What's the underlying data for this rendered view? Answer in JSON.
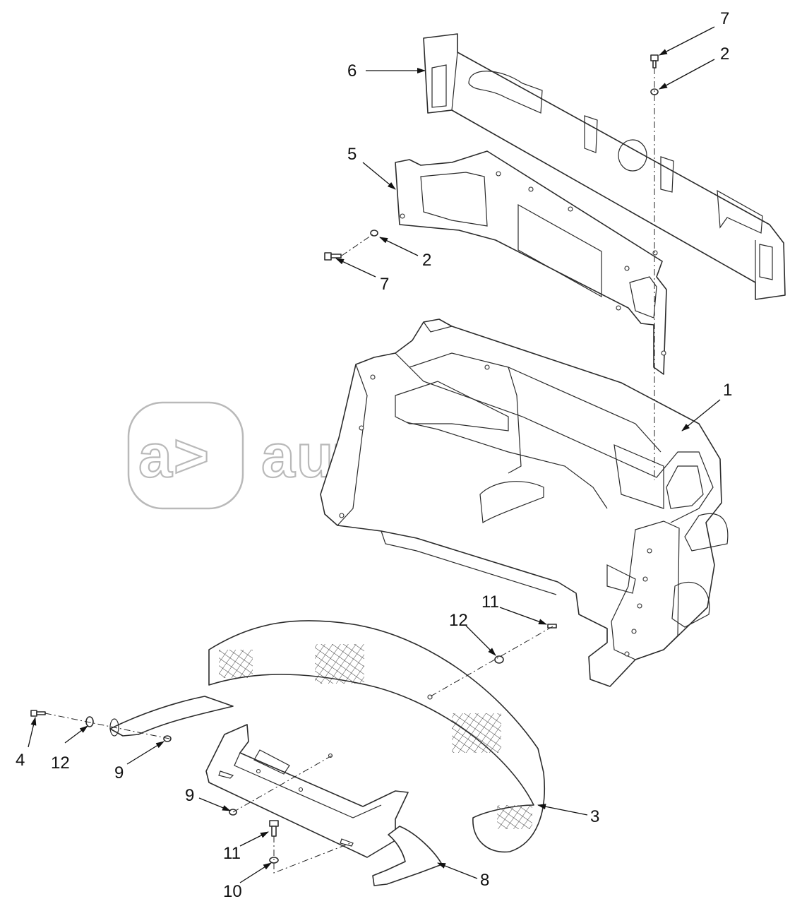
{
  "watermark": {
    "brand_text": "autopiter.ru",
    "logo_text": "a>"
  },
  "callouts": [
    {
      "id": "c-7-top",
      "label": "7"
    },
    {
      "id": "c-2-top",
      "label": "2"
    },
    {
      "id": "c-6",
      "label": "6"
    },
    {
      "id": "c-5",
      "label": "5"
    },
    {
      "id": "c-2-mid",
      "label": "2"
    },
    {
      "id": "c-7-mid",
      "label": "7"
    },
    {
      "id": "c-1",
      "label": "1"
    },
    {
      "id": "c-11-right",
      "label": "11"
    },
    {
      "id": "c-12-right",
      "label": "12"
    },
    {
      "id": "c-4",
      "label": "4"
    },
    {
      "id": "c-12-left",
      "label": "12"
    },
    {
      "id": "c-9-left",
      "label": "9"
    },
    {
      "id": "c-9-bottom",
      "label": "9"
    },
    {
      "id": "c-3",
      "label": "3"
    },
    {
      "id": "c-11-bottom",
      "label": "11"
    },
    {
      "id": "c-10",
      "label": "10"
    },
    {
      "id": "c-8",
      "label": "8"
    }
  ],
  "colors": {
    "line": "#2b2b2b",
    "watermark": "#b9b9b9",
    "background": "#ffffff"
  }
}
